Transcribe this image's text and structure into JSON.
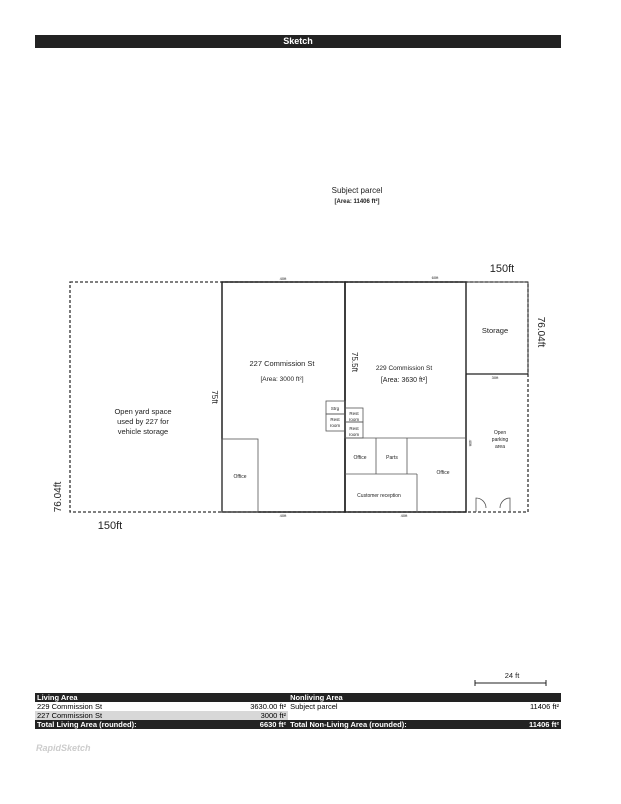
{
  "header": {
    "title": "Sketch"
  },
  "sketch": {
    "parcel_label": "Subject parcel",
    "parcel_area": "[Area: 11406 ft²]",
    "dim_top": "150ft",
    "dim_bottom": "150ft",
    "dim_left": "76.04ft",
    "dim_right": "76.04ft",
    "bldg227_label": "227 Commission St",
    "bldg227_area": "[Area: 3000 ft²]",
    "bldg227_height": "75ft",
    "bldg229_label": "229 Commission St",
    "bldg229_area": "[Area: 3630 ft²]",
    "bldg229_height": "75.5ft",
    "dim_40_top": "40ft",
    "dim_60_top": "60ft",
    "dim_40_bottom_a": "40ft",
    "dim_40_bottom_b": "40ft",
    "dim_30": "30ft",
    "dim_40_side": "40ft",
    "yard_label": [
      "Open yard space",
      "used by 227 for",
      "vehicle storage"
    ],
    "rooms": {
      "storage": "Storage",
      "parking": [
        "Open",
        "parking",
        "area"
      ],
      "strg": "Strg",
      "restroom": [
        "Rest",
        "room"
      ],
      "office": "Office",
      "parts": "Parts",
      "reception": "Customer reception"
    },
    "scale": "24 ft"
  },
  "table": {
    "living_header": "Living Area",
    "nonliving_header": "Nonliving Area",
    "rows": [
      {
        "name": "229 Commission St",
        "area": "3630.00 ft²",
        "nl_name": "Subject parcel",
        "nl_area": "11406 ft²"
      },
      {
        "name": "227 Commission St",
        "area": "3000 ft²",
        "nl_name": "",
        "nl_area": ""
      }
    ],
    "total_living_label": "Total Living Area (rounded):",
    "total_living": "6630 ft²",
    "total_nonliving_label": "Total Non-Living Area (rounded):",
    "total_nonliving": "11406 ft²"
  },
  "logo": "RapidSketch"
}
